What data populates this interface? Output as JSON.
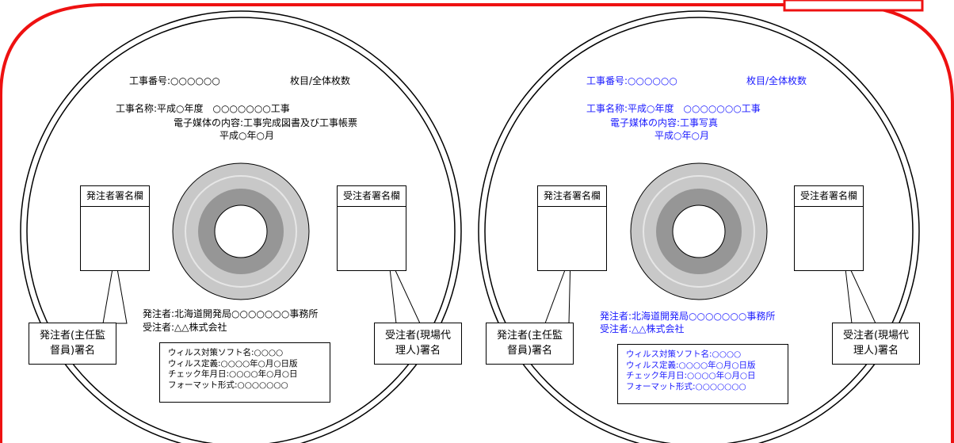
{
  "left_disc": {
    "project_no": "工事番号:○○○○○○",
    "sheet_count": "枚目/全体枚数",
    "project_name": "工事名称:平成○年度　○○○○○○○工事",
    "media_content": "電子媒体の内容:工事完成図書及び工事帳票",
    "date": "平成○年○月",
    "orderer_box_title": "発注者署名欄",
    "contractor_box_title": "受注者署名欄",
    "orderer": "発注者:北海道開発局○○○○○○○事務所",
    "contractor": "受注者:△△株式会社",
    "virus_info": {
      "software": "ウィルス対策ソフト名:○○○○",
      "definition": "ウィルス定義:○○○○年○月○日版",
      "check_date": "チェック年月日:○○○○年○月○日",
      "format": "フォーマット形式:○○○○○○○"
    },
    "callout_orderer_line1": "発注者(主任監",
    "callout_orderer_line2": "督員)署名",
    "callout_contractor_line1": "受注者(現場代",
    "callout_contractor_line2": "理人)署名"
  },
  "right_disc": {
    "project_no": "工事番号:○○○○○○",
    "sheet_count": "枚目/全体枚数",
    "project_name": "工事名称:平成○年度　○○○○○○○工事",
    "media_content": "電子媒体の内容:工事写真",
    "date": "平成○年○月",
    "orderer_box_title": "発注者署名欄",
    "contractor_box_title": "受注者署名欄",
    "orderer": "発注者:北海道開発局○○○○○○○事務所",
    "contractor": "受注者:△△株式会社",
    "virus_info": {
      "software": "ウィルス対策ソフト名:○○○○",
      "definition": "ウィルス定義:○○○○年○月○日版",
      "check_date": "チェック年月日:○○○○年○月○日",
      "format": "フォーマット形式:○○○○○○○"
    },
    "callout_orderer_line1": "発注者(主任監",
    "callout_orderer_line2": "督員)署名",
    "callout_contractor_line1": "受注者(現場代",
    "callout_contractor_line2": "理人)署名"
  },
  "colors": {
    "frame": "#ee1111",
    "right_text": "#1a1aff",
    "hub_outer": "#c8c8c8",
    "hub_inner": "#969696"
  }
}
